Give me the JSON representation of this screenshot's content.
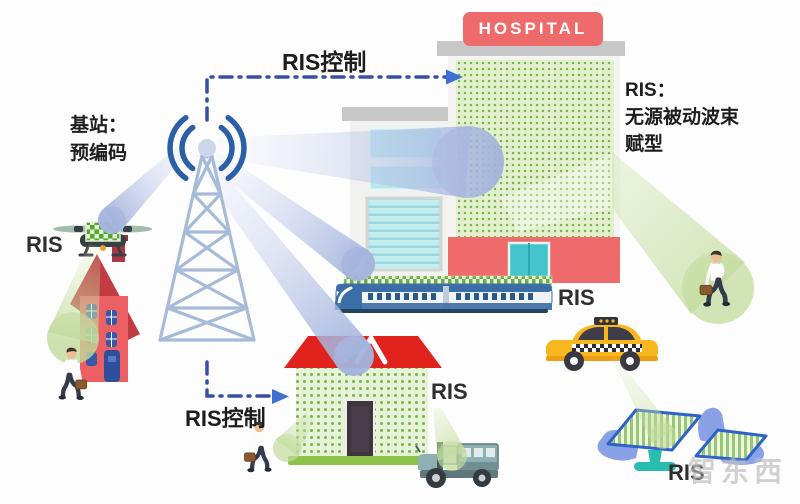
{
  "scene": {
    "top_control_label": "RIS控制",
    "bottom_control_label": "RIS控制",
    "base_station_label_line1": "基站：",
    "base_station_label_line2": "预编码",
    "hospital_sign": "HOSPITAL",
    "ris_annotation_line1": "RIS：",
    "ris_annotation_line2": "无源被动波束",
    "ris_annotation_line3": "赋型",
    "ris_label_drone": "RIS",
    "ris_label_train": "RIS",
    "ris_label_building": "RIS",
    "ris_label_solar": "RIS",
    "watermark": "智东西"
  },
  "icons": {
    "base_station_tower": "lattice-radio-tower",
    "signal_waves": "double-arc-waves",
    "drone": "quadcopter-with-ris-panel",
    "hospital": "hospital-building-with-ris-facade",
    "house": "red-apartment-house",
    "ris_building": "ris-coated-building",
    "train": "high-speed-train-with-ris-roof",
    "taxi": "yellow-taxi",
    "truck": "utility-truck",
    "solar_ris": "ris-reflector-panels",
    "person": "walking-businessman",
    "beam_blue": "incident-beam",
    "beam_green": "reflected-beam",
    "control_link": "dash-dot-arrow"
  },
  "colors": {
    "control_line": "#3a4fa3",
    "arrow_blue": "#3f6fd0",
    "tower_lattice": "#a6bbd8",
    "signal_arc": "#2b5fa7",
    "beam_blue": "#a3b3dc",
    "beam_green": "#c0da9a",
    "ris_dot_green": "#7ab548",
    "ris_panel_bg": "#e3f0d0",
    "hospital_red": "#ef6b6b",
    "roof_red": "#e0231d",
    "house_red": "#ec5f63",
    "taxi_yellow": "#f7b81f",
    "train_blue": "#3b6ea6",
    "solar_frame": "#2f63c9",
    "stand_teal": "#28bdb0",
    "text_dark": "#1d1d1d"
  }
}
